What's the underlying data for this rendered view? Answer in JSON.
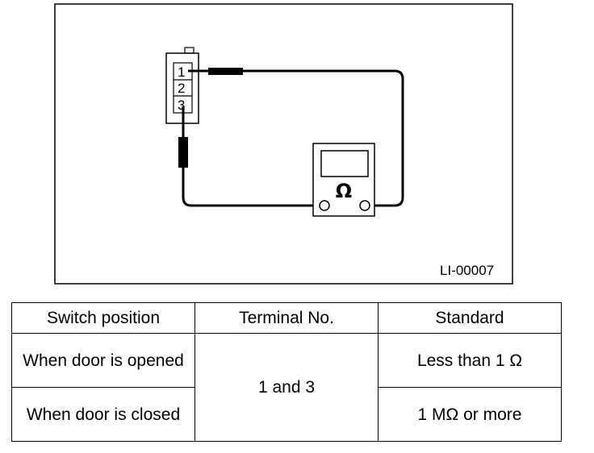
{
  "diagram": {
    "pins": [
      "1",
      "2",
      "3"
    ],
    "meter_symbol": "Ω",
    "code": "LI-00007"
  },
  "table": {
    "headers": [
      "Switch position",
      "Terminal No.",
      "Standard"
    ],
    "rows": [
      {
        "position": "When door is opened",
        "terminal": "1 and 3",
        "standard": "Less than 1 Ω"
      },
      {
        "position": "When door is closed",
        "terminal": "1 and 3",
        "standard": "1 MΩ or more"
      }
    ]
  }
}
